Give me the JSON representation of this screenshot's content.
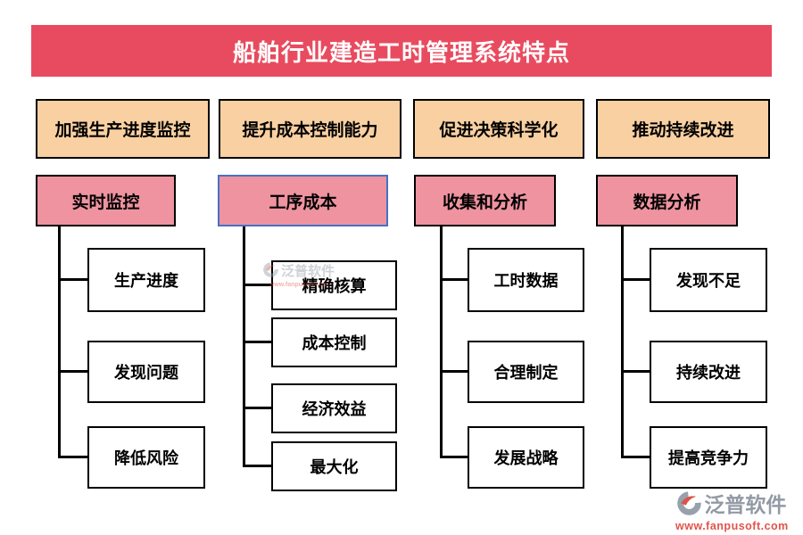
{
  "title": "船舶行业建造工时管理系统特点",
  "columns": [
    {
      "header": "加强生产进度监控",
      "sub": "实时监控",
      "children": [
        "生产进度",
        "发现问题",
        "降低风险"
      ]
    },
    {
      "header": "提升成本控制能力",
      "sub": "工序成本",
      "children": [
        "精确核算",
        "成本控制",
        "经济效益",
        "最大化"
      ]
    },
    {
      "header": "促进决策科学化",
      "sub": "收集和分析",
      "children": [
        "工时数据",
        "合理制定",
        "发展战略"
      ]
    },
    {
      "header": "推动持续改进",
      "sub": "数据分析",
      "children": [
        "发现不足",
        "持续改进",
        "提高竞争力"
      ]
    }
  ],
  "footer": {
    "brand": "泛普软件",
    "url": "www.fanpusoft.com"
  },
  "watermark": {
    "brand": "泛普软件",
    "url": "www.fanpusoft.com"
  },
  "colors": {
    "banner": "#e84b5f",
    "level1_fill": "#f9d0a2",
    "level2_fill": "#ef93a0",
    "highlight_border": "#4472c4",
    "line": "#000000",
    "brand_grey": "#939aa5",
    "brand_red": "#e2544b"
  }
}
